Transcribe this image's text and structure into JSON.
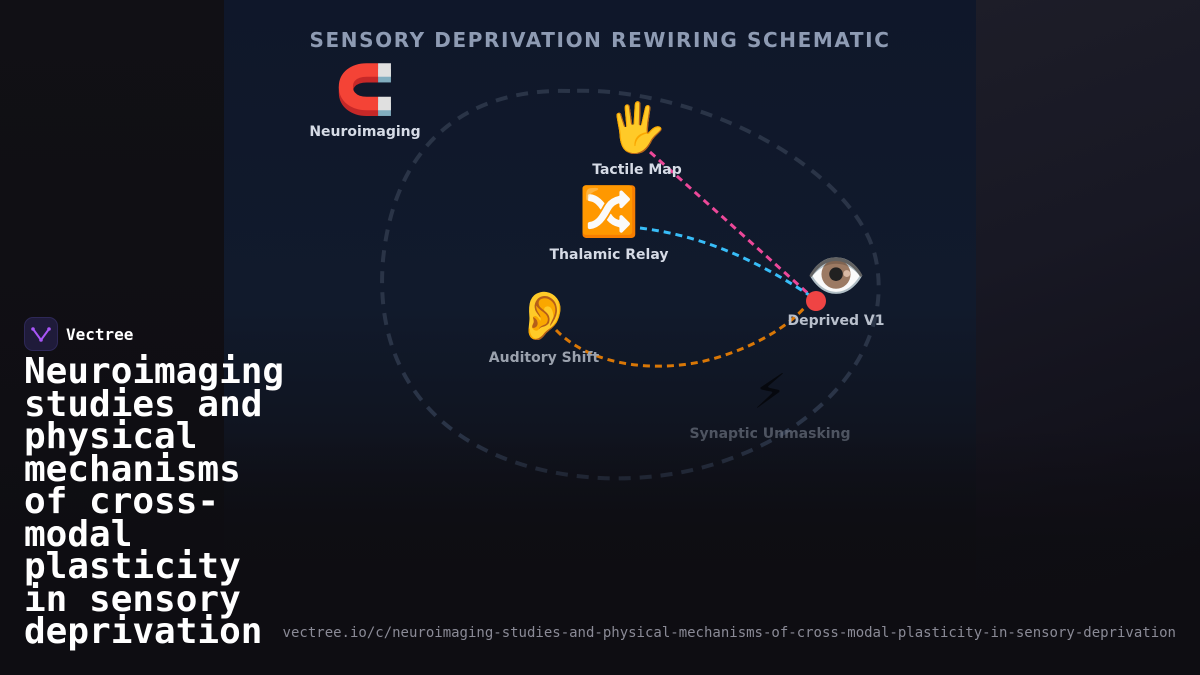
{
  "diagram": {
    "title": "SENSORY DEPRIVATION REWIRING SCHEMATIC",
    "nodes": [
      {
        "id": "neuroimaging",
        "label": "Neuroimaging",
        "icon": "magnet-icon",
        "glyph": "🧲"
      },
      {
        "id": "tactile",
        "label": "Tactile Map",
        "icon": "hand-icon",
        "glyph": "🖐"
      },
      {
        "id": "thalamic",
        "label": "Thalamic Relay",
        "icon": "shuffle-icon",
        "glyph": "🔀"
      },
      {
        "id": "v1",
        "label": "Deprived V1",
        "icon": "eye-icon",
        "glyph": "👁️"
      },
      {
        "id": "auditory",
        "label": "Auditory Shift",
        "icon": "ear-icon",
        "glyph": "👂"
      },
      {
        "id": "synaptic",
        "label": "Synaptic Unmasking",
        "icon": "lightning-icon",
        "glyph": "⚡"
      }
    ],
    "edges": [
      {
        "from": "tactile",
        "to": "v1",
        "color": "#ec4899"
      },
      {
        "from": "thalamic",
        "to": "v1",
        "color": "#38bdf8"
      },
      {
        "from": "auditory",
        "to": "v1",
        "color": "#d97706"
      }
    ],
    "hub_color": "#ef4444",
    "boundary_color": "#2a3447"
  },
  "brand": {
    "name": "Vectree",
    "accent": "#a855f7"
  },
  "headline": "Neuroimaging\nstudies and\nphysical\nmechanisms\nof cross-\nmodal\nplasticity\nin sensory\ndeprivation",
  "url": "vectree.io/c/neuroimaging-studies-and-physical-mechanisms-of-cross-modal-plasticity-in-sensory-deprivation"
}
